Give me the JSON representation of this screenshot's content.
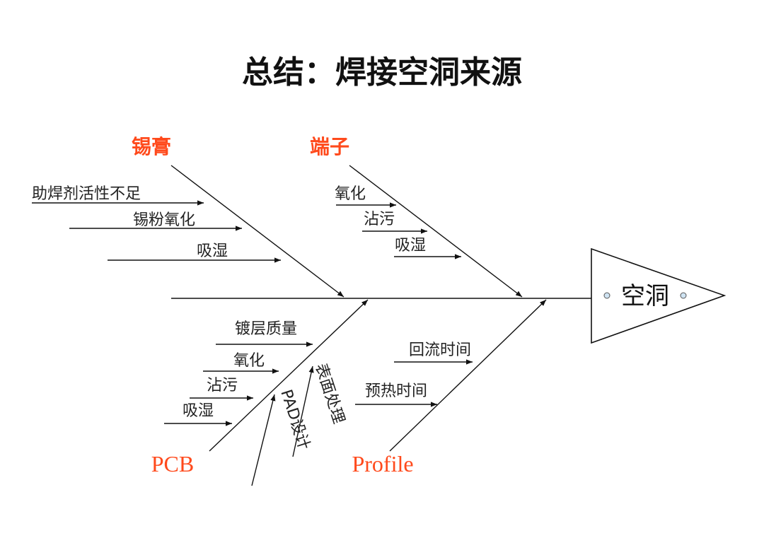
{
  "title": "总结：焊接空洞来源",
  "head": {
    "label": "空洞"
  },
  "categories": {
    "solder_paste": "锡膏",
    "terminal": "端子",
    "pcb": "PCB",
    "profile": "Profile"
  },
  "causes": {
    "solder_paste": [
      "助焊剂活性不足",
      "锡粉氧化",
      "吸湿"
    ],
    "terminal": [
      "氧化",
      "沾污",
      "吸湿"
    ],
    "pcb": [
      "镀层质量",
      "氧化",
      "沾污",
      "吸湿"
    ],
    "pcb_sub": [
      "表面处理",
      "PAD设计"
    ],
    "profile": [
      "回流时间",
      "预热时间"
    ]
  },
  "colors": {
    "category": "#ff4a1c",
    "text": "#222222",
    "line": "#111111"
  }
}
